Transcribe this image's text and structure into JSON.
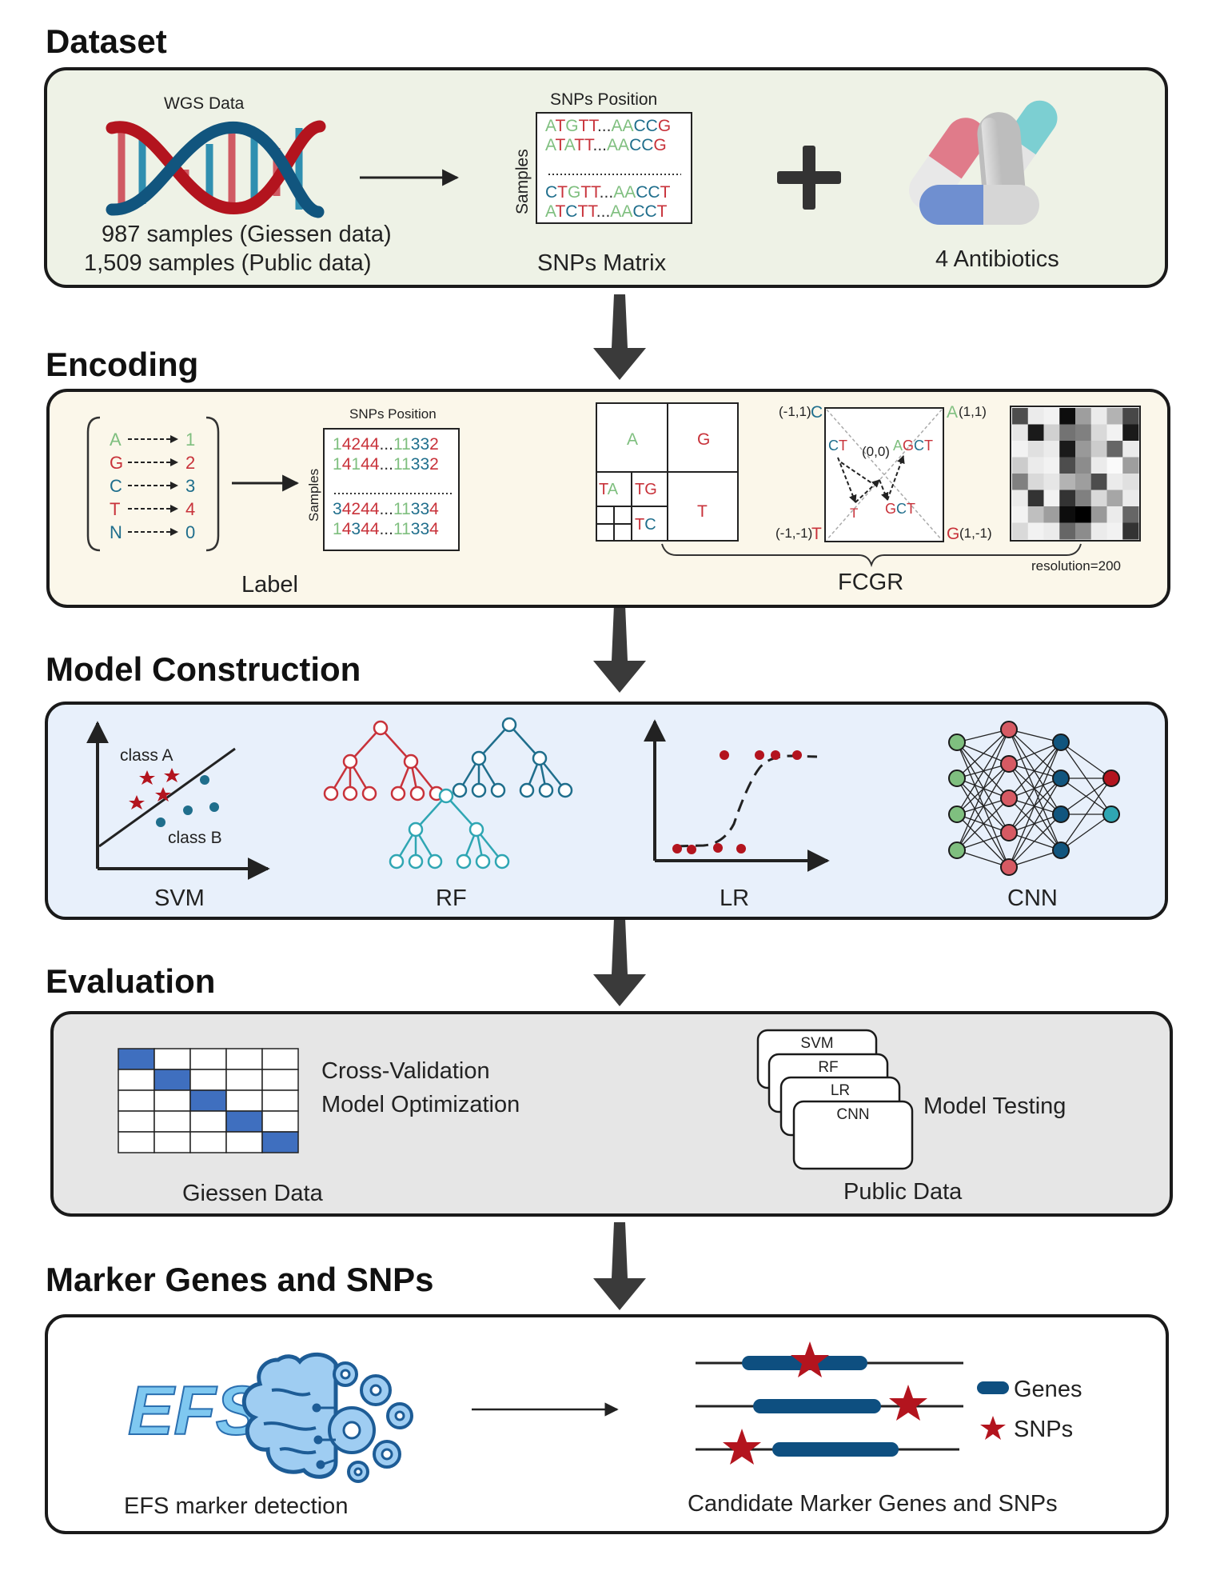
{
  "headers": {
    "dataset": "Dataset",
    "encoding": "Encoding",
    "model": "Model Construction",
    "evaluation": "Evaluation",
    "marker": "Marker Genes and SNPs"
  },
  "dataset": {
    "wgs_label": "WGS Data",
    "giessen_samples": "987 samples (Giessen data)",
    "public_samples": "1,509 samples (Public data)",
    "snps_position": "SNPs Position",
    "samples_axis": "Samples",
    "matrix_label": "SNPs Matrix",
    "antibiotics": "4 Antibiotics",
    "seq_rows": [
      [
        [
          "A",
          "g"
        ],
        [
          "T",
          "r"
        ],
        [
          "G",
          "g"
        ],
        [
          "T",
          "r"
        ],
        [
          "T",
          "r"
        ],
        [
          "...",
          "k"
        ],
        [
          "A",
          "g"
        ],
        [
          "A",
          "g"
        ],
        [
          "C",
          "b"
        ],
        [
          "C",
          "b"
        ],
        [
          "G",
          "r"
        ]
      ],
      [
        [
          "A",
          "g"
        ],
        [
          "T",
          "r"
        ],
        [
          "A",
          "g"
        ],
        [
          "T",
          "r"
        ],
        [
          "T",
          "r"
        ],
        [
          "...",
          "k"
        ],
        [
          "A",
          "g"
        ],
        [
          "A",
          "g"
        ],
        [
          "C",
          "b"
        ],
        [
          "C",
          "b"
        ],
        [
          "G",
          "r"
        ]
      ],
      [
        [
          "C",
          "b"
        ],
        [
          "T",
          "r"
        ],
        [
          "G",
          "g"
        ],
        [
          "T",
          "r"
        ],
        [
          "T",
          "r"
        ],
        [
          "...",
          "k"
        ],
        [
          "A",
          "g"
        ],
        [
          "A",
          "g"
        ],
        [
          "C",
          "b"
        ],
        [
          "C",
          "b"
        ],
        [
          "T",
          "r"
        ]
      ],
      [
        [
          "A",
          "g"
        ],
        [
          "T",
          "r"
        ],
        [
          "C",
          "b"
        ],
        [
          "T",
          "r"
        ],
        [
          "T",
          "r"
        ],
        [
          "...",
          "k"
        ],
        [
          "A",
          "g"
        ],
        [
          "A",
          "g"
        ],
        [
          "C",
          "b"
        ],
        [
          "C",
          "b"
        ],
        [
          "T",
          "r"
        ]
      ]
    ]
  },
  "encoding": {
    "map_letters": [
      "A",
      "G",
      "C",
      "T",
      "N"
    ],
    "map_values": [
      "1",
      "2",
      "3",
      "4",
      "0"
    ],
    "label_caption": "Label",
    "snps_position": "SNPs Position",
    "samples_axis": "Samples",
    "num_rows": [
      [
        [
          "1",
          "g"
        ],
        [
          "4",
          "r"
        ],
        [
          "2",
          "r"
        ],
        [
          "4",
          "r"
        ],
        [
          "4",
          "r"
        ],
        [
          "...",
          "k"
        ],
        [
          "1",
          "g"
        ],
        [
          "1",
          "g"
        ],
        [
          "3",
          "b"
        ],
        [
          "3",
          "b"
        ],
        [
          "2",
          "r"
        ]
      ],
      [
        [
          "1",
          "g"
        ],
        [
          "4",
          "r"
        ],
        [
          "1",
          "g"
        ],
        [
          "4",
          "r"
        ],
        [
          "4",
          "r"
        ],
        [
          "...",
          "k"
        ],
        [
          "1",
          "g"
        ],
        [
          "1",
          "g"
        ],
        [
          "3",
          "b"
        ],
        [
          "3",
          "b"
        ],
        [
          "2",
          "r"
        ]
      ],
      [
        [
          "3",
          "b"
        ],
        [
          "4",
          "r"
        ],
        [
          "2",
          "r"
        ],
        [
          "4",
          "r"
        ],
        [
          "4",
          "r"
        ],
        [
          "...",
          "k"
        ],
        [
          "1",
          "g"
        ],
        [
          "1",
          "g"
        ],
        [
          "3",
          "b"
        ],
        [
          "3",
          "b"
        ],
        [
          "4",
          "r"
        ]
      ],
      [
        [
          "1",
          "g"
        ],
        [
          "4",
          "r"
        ],
        [
          "3",
          "b"
        ],
        [
          "4",
          "r"
        ],
        [
          "4",
          "r"
        ],
        [
          "...",
          "k"
        ],
        [
          "1",
          "g"
        ],
        [
          "1",
          "g"
        ],
        [
          "3",
          "b"
        ],
        [
          "3",
          "b"
        ],
        [
          "4",
          "r"
        ]
      ]
    ],
    "quad_A": "A",
    "quad_G": "G",
    "quad_T": "T",
    "sub_TA": [
      [
        "T",
        "r"
      ],
      [
        "A",
        "g"
      ]
    ],
    "sub_TG": [
      [
        "T",
        "r"
      ],
      [
        "G",
        "r"
      ]
    ],
    "sub_TC": [
      [
        "T",
        "r"
      ],
      [
        "C",
        "b"
      ]
    ],
    "corner_tl": "(-1,1)",
    "corner_tl_letter": "C",
    "corner_tr": "(1,1)",
    "corner_tr_letter": "A",
    "corner_bl": "(-1,-1)",
    "corner_bl_letter": "T",
    "corner_br": "(1,-1)",
    "corner_br_letter": "G",
    "center": "(0,0)",
    "pt_CT": [
      [
        "C",
        "b"
      ],
      [
        "T",
        "r"
      ]
    ],
    "pt_AGCT": [
      [
        "A",
        "g"
      ],
      [
        "G",
        "r"
      ],
      [
        "C",
        "b"
      ],
      [
        "T",
        "r"
      ]
    ],
    "pt_T": "T",
    "pt_GCT": [
      [
        "G",
        "r"
      ],
      [
        "C",
        "b"
      ],
      [
        "T",
        "r"
      ]
    ],
    "fcgr_caption": "FCGR",
    "resolution": "resolution=200",
    "pixel_grid": [
      [
        0.3,
        0.92,
        0.95,
        0.05,
        0.62,
        0.92,
        0.7,
        0.28
      ],
      [
        0.9,
        0.1,
        0.82,
        0.45,
        0.5,
        0.85,
        0.95,
        0.1
      ],
      [
        0.95,
        0.88,
        0.92,
        0.1,
        0.6,
        0.8,
        0.4,
        0.92
      ],
      [
        0.8,
        0.92,
        0.95,
        0.3,
        0.55,
        0.92,
        0.98,
        0.62
      ],
      [
        0.5,
        0.85,
        0.9,
        0.7,
        0.62,
        0.3,
        0.92,
        0.88
      ],
      [
        0.92,
        0.2,
        0.95,
        0.2,
        0.5,
        0.85,
        0.65,
        0.92
      ],
      [
        0.95,
        0.75,
        0.62,
        0.05,
        0.0,
        0.6,
        0.92,
        0.4
      ],
      [
        0.85,
        0.95,
        0.92,
        0.4,
        0.55,
        0.92,
        0.95,
        0.2
      ]
    ]
  },
  "model": {
    "class_a": "class A",
    "class_b": "class B",
    "svm": "SVM",
    "rf": "RF",
    "lr": "LR",
    "cnn": "CNN"
  },
  "evaluation": {
    "cross_validation": "Cross-Validation",
    "model_optimization": "Model Optimization",
    "giessen_data": "Giessen Data",
    "cards": [
      "SVM",
      "RF",
      "LR",
      "CNN"
    ],
    "model_testing": "Model Testing",
    "public_data": "Public Data"
  },
  "marker": {
    "efs_logo": "EFS",
    "efs_caption": "EFS marker detection",
    "legend_genes": "Genes",
    "legend_snps": "SNPs",
    "candidate_caption": "Candidate Marker Genes and SNPs"
  },
  "colors": {
    "green": "#7fbf7f",
    "red": "#c8323a",
    "blue": "#1f6e8c",
    "dataset_bg": "#eef2e6",
    "encoding_bg": "#fbf7ea",
    "model_bg": "#e8f0fb",
    "eval_bg": "#e6e6e6",
    "cv_blue": "#3f6fbf",
    "gene_blue": "#0e4f80",
    "snp_red": "#b3141e"
  }
}
